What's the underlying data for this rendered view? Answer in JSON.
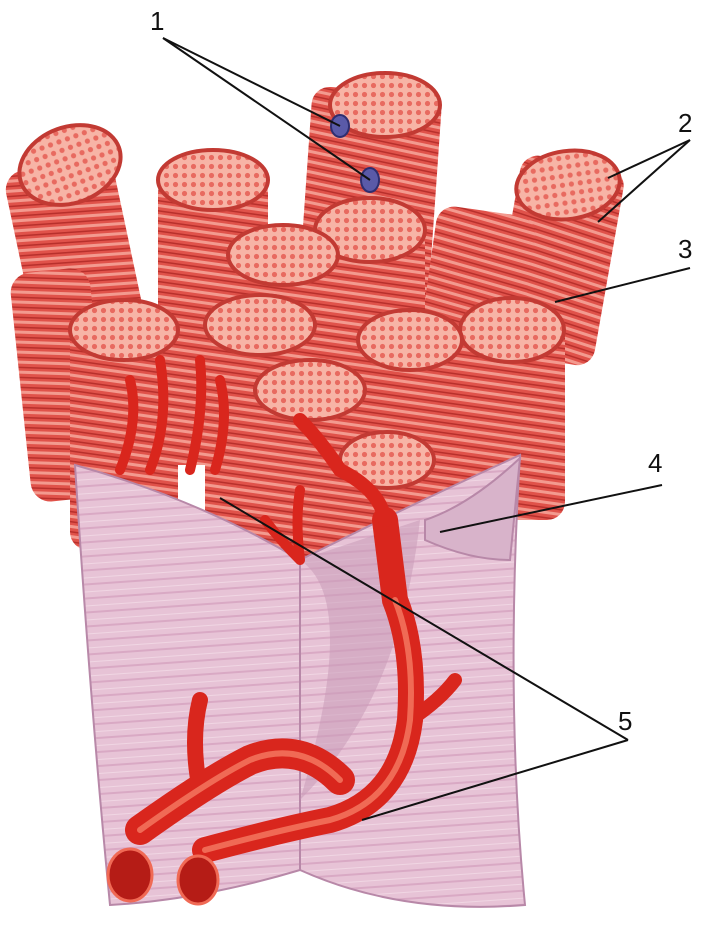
{
  "figure": {
    "colors": {
      "fiber": "#e0524a",
      "fiber_dark": "#b8302c",
      "fiber_light": "#f39a8f",
      "fiber_end": "#f7b4a6",
      "fibril_dot": "#e86a60",
      "sheath": "#e7c3d6",
      "sheath_dark": "#c99ab8",
      "vessel": "#d9261d",
      "vessel_light": "#f06a55",
      "nucleus": "#5a5aa8",
      "leader": "#111111"
    },
    "callouts": [
      {
        "number": "1",
        "meaning": ""
      },
      {
        "number": "2",
        "meaning": ""
      },
      {
        "number": "3",
        "meaning": ""
      },
      {
        "number": "4",
        "meaning": ""
      },
      {
        "number": "5",
        "meaning": ""
      }
    ]
  }
}
